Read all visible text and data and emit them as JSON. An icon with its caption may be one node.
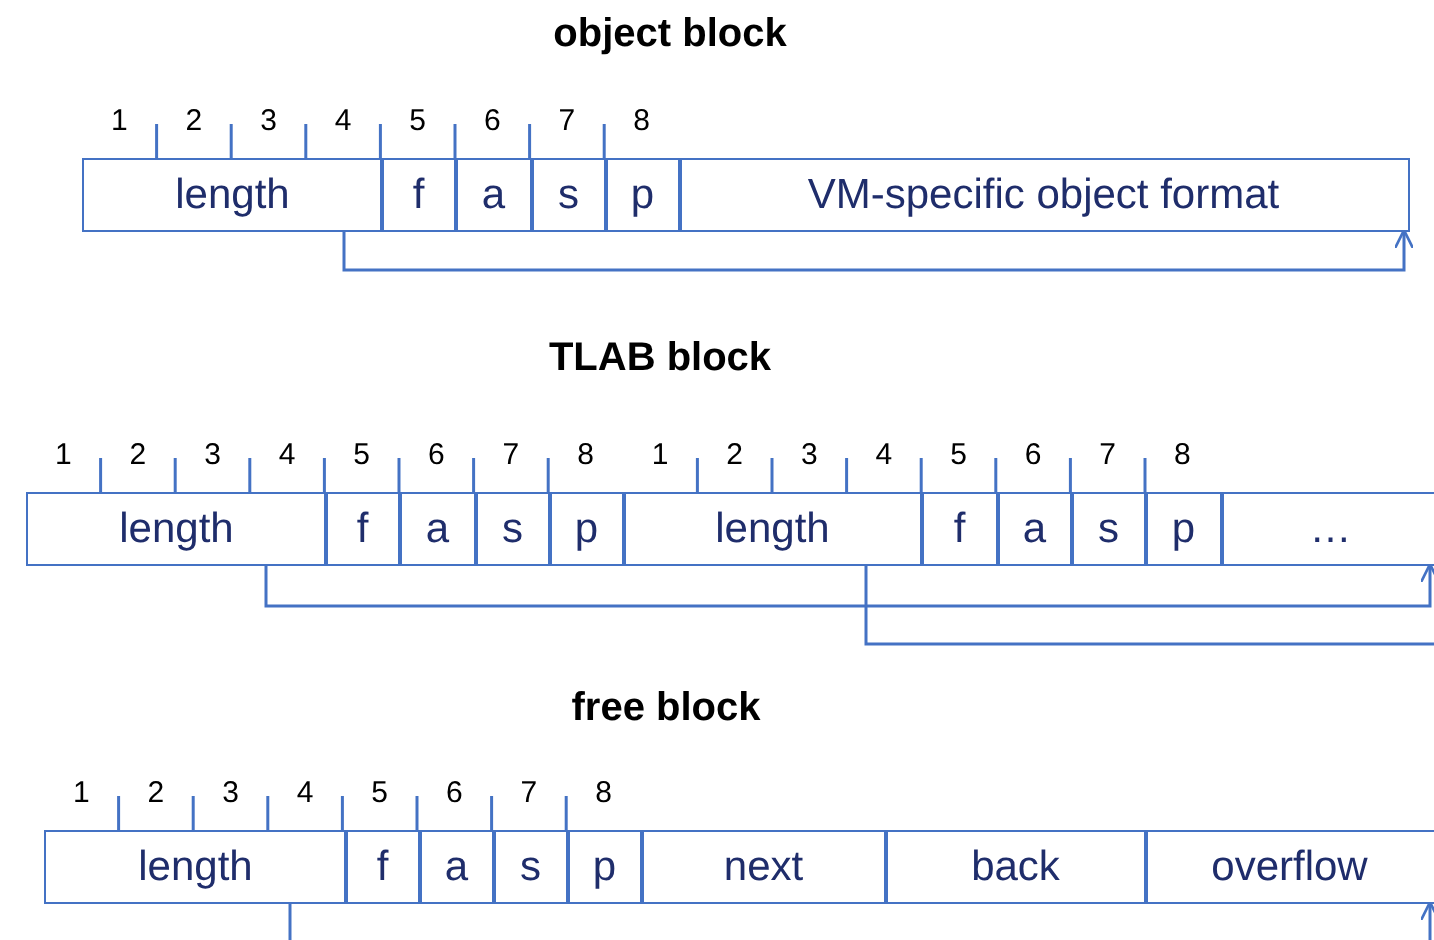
{
  "diagram": {
    "nodes": [
      {
        "text": [
          "length"
        ]
      },
      {
        "text": [
          "f"
        ]
      },
      {
        "text": [
          "a"
        ]
      },
      {
        "text": [
          "s"
        ]
      },
      {
        "text": [
          "p"
        ]
      },
      {
        "text": [
          "VM-specific object format"
        ]
      },
      {
        "text": [
          "length"
        ]
      },
      {
        "text": [
          "f"
        ]
      },
      {
        "text": [
          "a"
        ]
      },
      {
        "text": [
          "s"
        ]
      },
      {
        "text": [
          "p"
        ]
      },
      {
        "text": [
          "length"
        ]
      },
      {
        "text": [
          "f"
        ]
      },
      {
        "text": [
          "a"
        ]
      },
      {
        "text": [
          "s"
        ]
      },
      {
        "text": [
          "p"
        ]
      },
      {
        "text": [
          "…"
        ]
      },
      {
        "text": [
          "length"
        ]
      },
      {
        "text": [
          "f"
        ]
      },
      {
        "text": [
          "a"
        ]
      },
      {
        "text": [
          "s"
        ]
      },
      {
        "text": [
          "p"
        ]
      },
      {
        "text": [
          "next"
        ]
      },
      {
        "text": [
          "back"
        ]
      },
      {
        "text": [
          "overflow"
        ]
      }
    ],
    "edges": [
      {
        "from": 0,
        "to": 5,
        "arrow": "to"
      },
      {
        "from": 6,
        "to": 16,
        "arrow": "to"
      },
      {
        "from": 11,
        "to": null,
        "arrow": "none"
      },
      {
        "from": 17,
        "to": null,
        "arrow": "none"
      },
      {
        "from": null,
        "to": 24,
        "arrow": "to"
      }
    ],
    "labels": [
      "object block",
      "1",
      "2",
      "3",
      "4",
      "5",
      "6",
      "7",
      "8",
      "TLAB block",
      "1",
      "2",
      "3",
      "4",
      "5",
      "6",
      "7",
      "8",
      "1",
      "2",
      "3",
      "4",
      "5",
      "6",
      "7",
      "8",
      "free block",
      "1",
      "2",
      "3",
      "4",
      "5",
      "6",
      "7",
      "8"
    ]
  }
}
